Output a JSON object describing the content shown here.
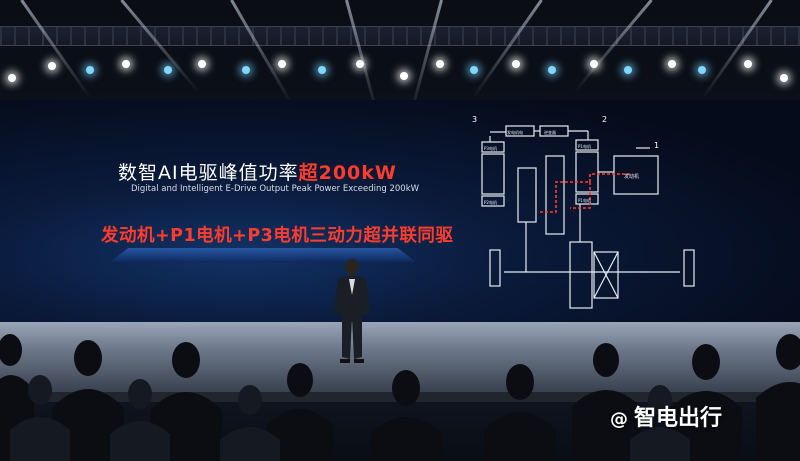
{
  "slide": {
    "title_cn_prefix": "数智AI电驱峰值功率",
    "title_cn_accent": "超200kW",
    "title_en": "Digital and Intelligent E-Drive Output Peak Power Exceeding 200kW",
    "tagline": "发动机+P1电机+P3电机三动力超并联同驱"
  },
  "diagram": {
    "label_1": "1",
    "label_2": "2",
    "label_3": "3",
    "engine_label": "发动机",
    "p1_label": "P1电机",
    "p2_label": "P2电机",
    "p3_label": "P3电机",
    "box_a": "发电机电",
    "box_b": "逆变器"
  },
  "watermark": {
    "at": "@",
    "brand": "智电出行"
  },
  "colors": {
    "accent": "#ff3d2e",
    "screen": "#0a1a3a"
  }
}
